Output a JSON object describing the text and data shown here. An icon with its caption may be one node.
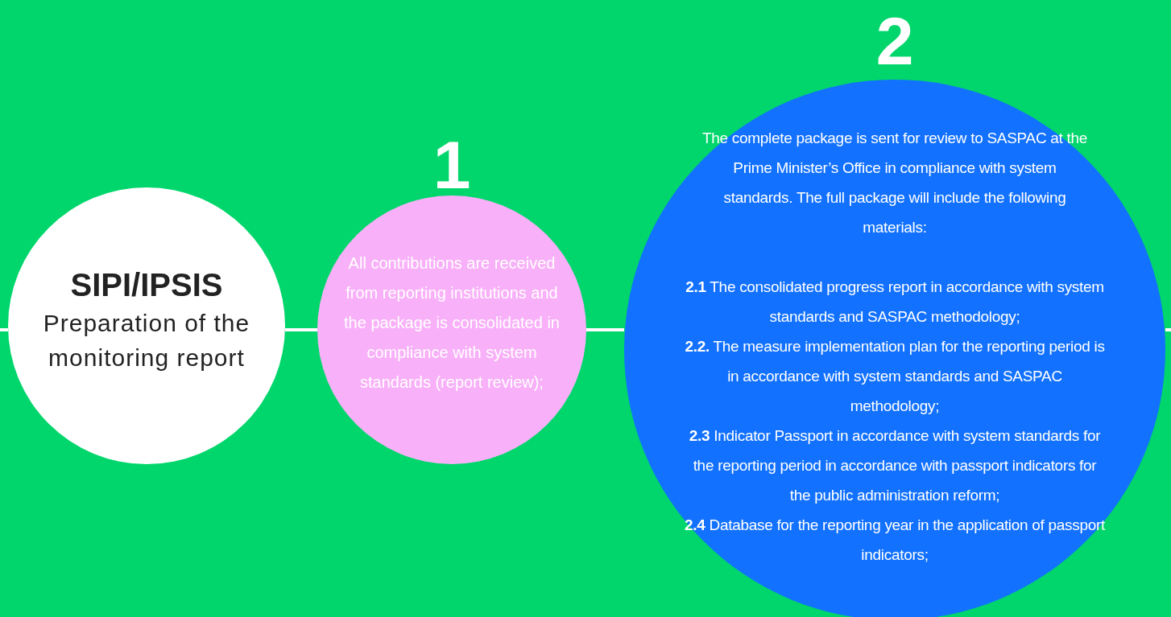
{
  "diagram": {
    "nodes": [
      {
        "text": [
          "SIPI/IPSIS",
          "Preparation of the monitoring report"
        ]
      },
      {
        "text": [
          "All contributions are received from reporting institutions and the package is consolidated in compliance with system standards (report review);"
        ],
        "beside": [
          "1"
        ]
      },
      {
        "text": [
          "The complete package is sent for review to SASPAC at the Prime Minister’s Office in compliance with system standards. The full package will include the following materials:",
          "**2.1** The consolidated progress report in accordance with system standards and SASPAC methodology;",
          "**2.2.** The measure implementation plan for the reporting period is in accordance with system standards and SASPAC methodology;",
          "**2.3** Indicator Passport in accordance with system standards for the reporting period in accordance with passport indicators for the public administration reform;",
          "**2.4** Database for the reporting year in the application of passport indicators;"
        ],
        "beside": [
          "2"
        ]
      }
    ],
    "edges": [
      {
        "from": null,
        "to": 0,
        "arrow": "none"
      },
      {
        "from": 0,
        "to": 1,
        "arrow": "none"
      },
      {
        "from": 1,
        "to": 2,
        "arrow": "none"
      },
      {
        "from": 2,
        "to": null,
        "arrow": "none"
      }
    ]
  }
}
